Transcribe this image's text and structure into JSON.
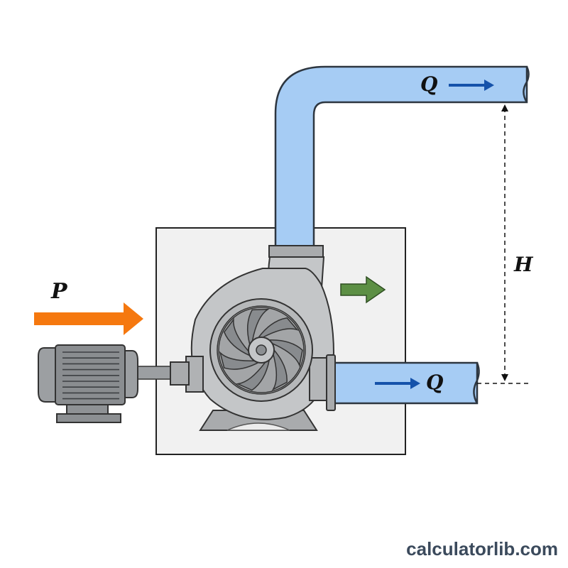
{
  "labels": {
    "power": "P",
    "flow_out": "Q",
    "flow_in": "Q",
    "head": "H"
  },
  "watermark": "calculatorlib.com",
  "colors": {
    "pipe_fill": "#a6ccf4",
    "pipe_stroke": "#2d3640",
    "flow_arrow": "#1552aa",
    "power_arrow": "#f5780f",
    "efficiency_arrow": "#5c8f44",
    "metal_light": "#c4c6c8",
    "metal_mid": "#a9abad",
    "metal_dark": "#8c8f92"
  },
  "icons": [
    "motor-icon",
    "impeller-icon",
    "pump-casing-icon"
  ]
}
